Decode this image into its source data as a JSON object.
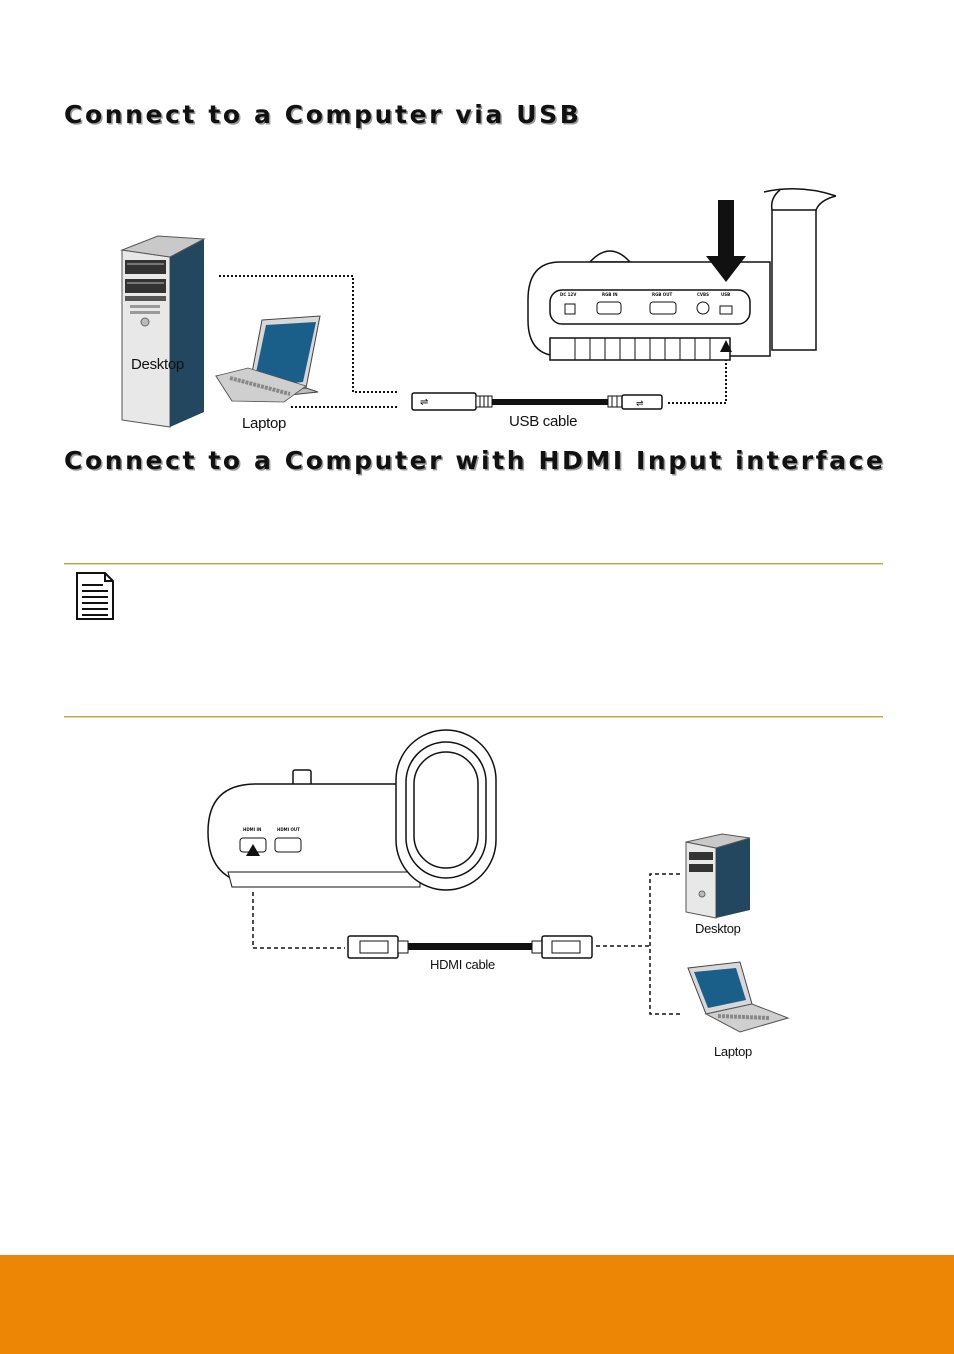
{
  "sections": {
    "usb": {
      "heading": "Connect to a Computer via USB",
      "labels": {
        "desktop": "Desktop",
        "laptop": "Laptop",
        "cable": "USB cable"
      },
      "ports": [
        "DC 12V",
        "RGB IN",
        "RGB OUT",
        "CVBS",
        "USB"
      ]
    },
    "hdmi": {
      "heading": "Connect to a Computer with HDMI Input interface",
      "labels": {
        "desktop": "Desktop",
        "laptop": "Laptop",
        "cable": "HDMI cable"
      },
      "ports": [
        "HDMI IN",
        "HDMI OUT"
      ]
    }
  },
  "note": {
    "icon": "note-document-icon"
  },
  "colors": {
    "footer": "#ee8605",
    "rule": "#c8a040",
    "monitor": "#1a5f8a",
    "tower": "#244a62"
  }
}
